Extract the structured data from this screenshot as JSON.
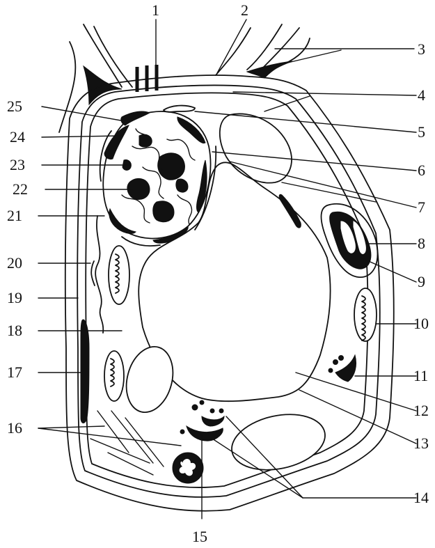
{
  "figure": {
    "labels": [
      "1",
      "2",
      "3",
      "4",
      "5",
      "6",
      "7",
      "8",
      "9",
      "10",
      "11",
      "12",
      "13",
      "14",
      "15",
      "16",
      "17",
      "18",
      "19",
      "20",
      "21",
      "22",
      "23",
      "24",
      "25"
    ]
  }
}
